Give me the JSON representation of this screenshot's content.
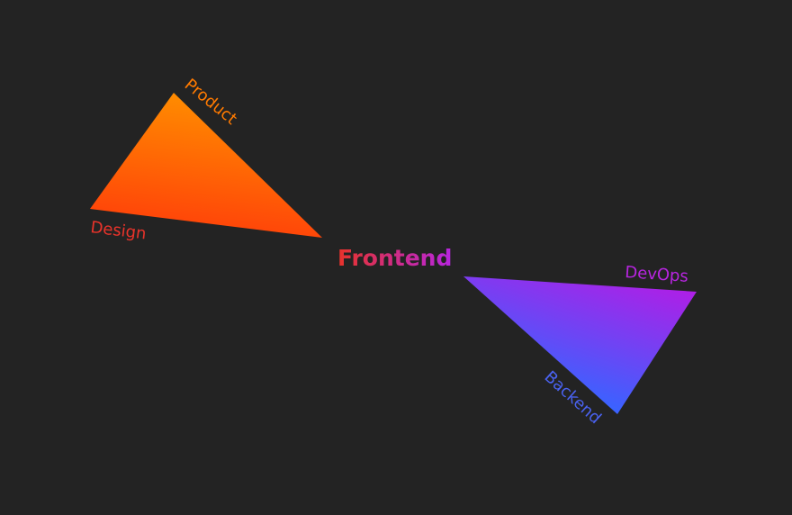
{
  "center_label": "Frontend",
  "left_group": {
    "labels": {
      "product": "Product",
      "design": "Design"
    },
    "colors": {
      "product": "#ff7a00",
      "design": "#e8332a",
      "gradient_light": "#ff8c00",
      "gradient_dark": "#ff3a0a"
    }
  },
  "right_group": {
    "labels": {
      "devops": "DevOps",
      "backend": "Backend"
    },
    "colors": {
      "devops": "#b725e0",
      "backend": "#4a62f0",
      "gradient_purple": "#b01ee6",
      "gradient_blue": "#3b62ff"
    }
  },
  "colors": {
    "background": "#232323",
    "center_start": "#e8332a",
    "center_end": "#b725e0"
  }
}
